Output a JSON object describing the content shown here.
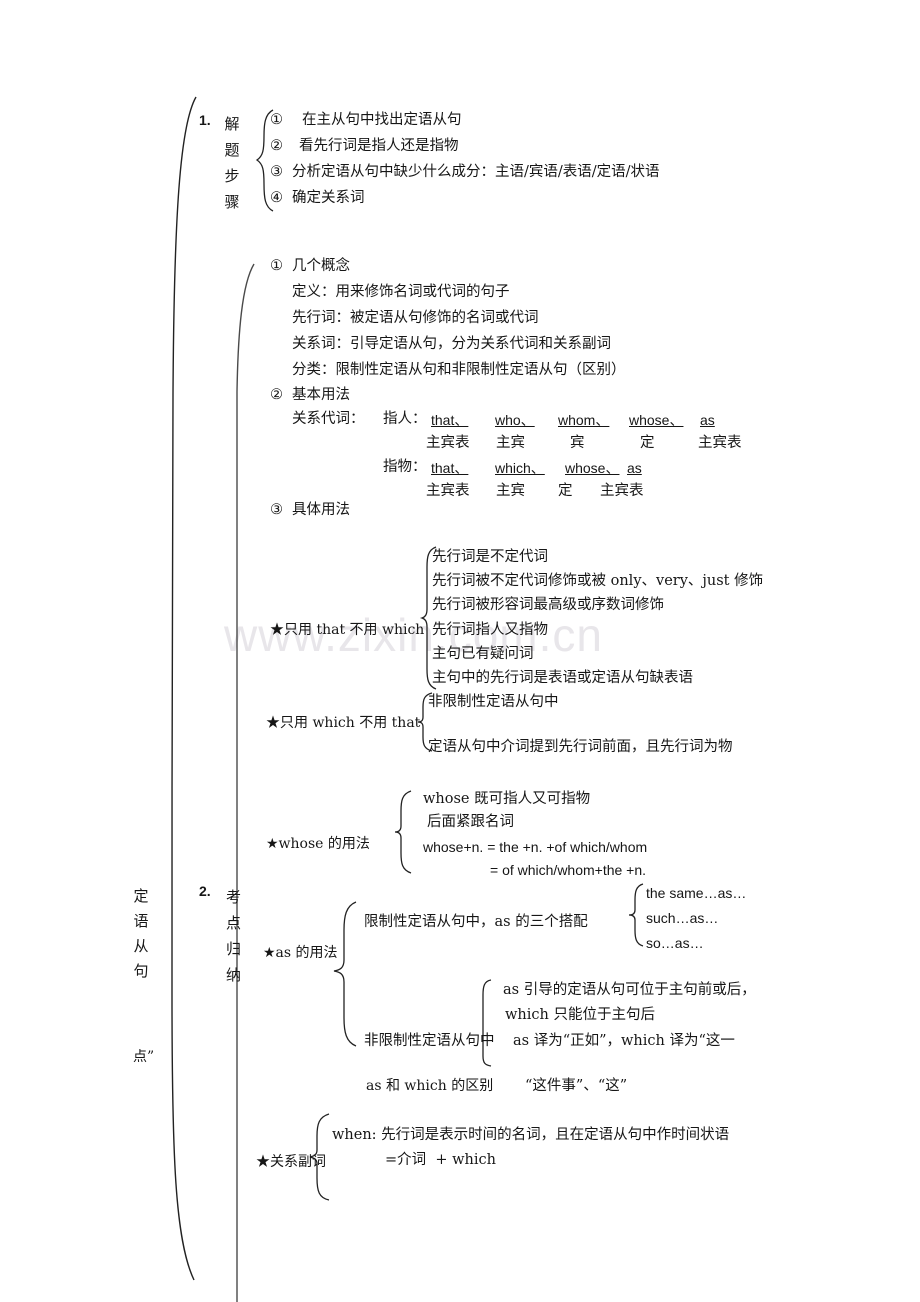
{
  "page": {
    "watermark": "www.zixin.com.cn",
    "topic_vertical": "定\n语\n从\n句",
    "topic_tail": "点”"
  },
  "section1": {
    "number": "1.",
    "label_vertical": "解\n题\n步\n骤",
    "items": [
      {
        "marker": "①",
        "text": "在主从句中找出定语从句"
      },
      {
        "marker": "②",
        "text": "看先行词是指人还是指物"
      },
      {
        "marker": "③",
        "text": "分析定语从句中缺少什么成分：主语/宾语/表语/定语/状语"
      },
      {
        "marker": "④",
        "text": "确定关系词"
      }
    ]
  },
  "section2": {
    "number": "2.",
    "label_vertical": "考\n点\n归\n纳",
    "concepts": {
      "marker": "①",
      "title": "几个概念",
      "lines": [
        "定义：用来修饰名词或代词的句子",
        "先行词：被定语从句修饰的名词或代词",
        "关系词：引导定语从句，分为关系代词和关系副词",
        "分类：限制性定语从句和非限制性定语从句（区别）"
      ]
    },
    "basic_usage": {
      "marker": "②",
      "title": "基本用法",
      "pronoun_label": "关系代词：",
      "person_label": "指人：",
      "person_words": [
        "that、",
        "who、",
        "whom、",
        "whose、",
        "as"
      ],
      "person_roles": [
        "主宾表",
        "主宾",
        "宾",
        "定",
        "主宾表"
      ],
      "thing_label": "指物：",
      "thing_words": [
        "that、",
        "which、",
        "whose、",
        "as"
      ],
      "thing_roles": [
        "主宾表",
        "主宾",
        "定",
        "主宾表"
      ]
    },
    "specific_usage": {
      "marker": "③",
      "title": "具体用法"
    },
    "only_that": {
      "label": "★只用 that 不用 which",
      "items": [
        "先行词是不定代词",
        "先行词被不定代词修饰或被 only、very、just 修饰",
        "先行词被形容词最高级或序数词修饰",
        "先行词指人又指物",
        "主句已有疑问词",
        "主句中的先行词是表语或定语从句缺表语"
      ]
    },
    "only_which": {
      "label": "★只用 which 不用 that",
      "items": [
        "非限制性定语从句中",
        "定语从句中介词提到先行词前面，且先行词为物"
      ]
    },
    "whose_usage": {
      "label": "★whose 的用法",
      "items": [
        "whose 既可指人又可指物",
        "后面紧跟名词",
        "whose+n. = the +n. +of which/whom",
        "= of which/whom+the +n."
      ]
    },
    "as_usage": {
      "label": "★as 的用法",
      "restrictive_label": "限制性定语从句中，as 的三个搭配",
      "collocations": [
        "the same…as…",
        "such…as…",
        "so…as…"
      ],
      "nonrestrictive_label": "非限制性定语从句中",
      "diff_label": "as 和 which 的区别",
      "diff_lines": [
        "as 引导的定语从句可位于主句前或后，",
        "which 只能位于主句后",
        "as 译为“正如”，which 译为“这一",
        "“这件事”、“这”"
      ]
    },
    "adverb_usage": {
      "label": "★关系副词",
      "lines": [
        "when: 先行词是表示时间的名词，且在定语从句中作时间状语",
        "=介词  + which"
      ]
    }
  }
}
